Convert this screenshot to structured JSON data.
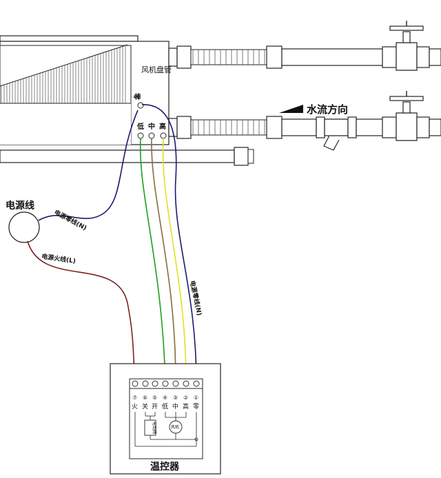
{
  "labels": {
    "fan_coil": "风机盘管",
    "water_flow": "水流方向",
    "power_line": "电源线",
    "neutral_upper": "电源零线(N)",
    "live": "电源火线(L)",
    "neutral_lower": "电源零线(N)",
    "thermostat": "温控器"
  },
  "fan_terminals": [
    {
      "label": "零"
    },
    {
      "label": "低"
    },
    {
      "label": "中"
    },
    {
      "label": "高"
    }
  ],
  "thermostat_terminal_numbers": [
    "⑦",
    "⑥",
    "⑤",
    "④",
    "③",
    "②",
    "①"
  ],
  "thermostat_terminal_labels": [
    "火",
    "关",
    "开",
    "低",
    "中",
    "高",
    "零"
  ],
  "valve_label": "电动阀",
  "fan_label": "风机",
  "wire_colors": {
    "neutral": "#1a1a6e",
    "live": "#7a2020",
    "low": "#1aa01a",
    "mid": "#8a6a3a",
    "high": "#e0e020"
  }
}
